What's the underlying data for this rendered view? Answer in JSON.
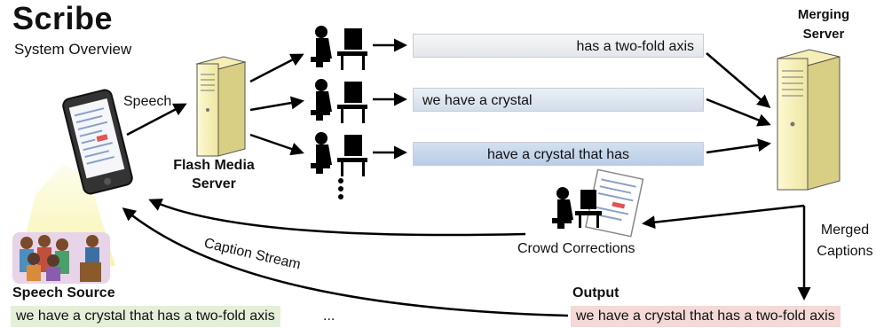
{
  "title": "Scribe",
  "subtitle": "System Overview",
  "labels": {
    "speech": "Speech",
    "flash_media_server": "Flash Media Server",
    "merging_server": "Merging Server",
    "crowd_corrections": "Crowd Corrections",
    "merged_captions": "Merged Captions",
    "caption_stream": "Caption Stream",
    "speech_source": "Speech Source",
    "output": "Output"
  },
  "worker_captions": [
    "has a two-fold axis",
    "we have a crystal",
    "have a crystal that has"
  ],
  "speech_source_text": "we have a crystal that has a two-fold axis",
  "speech_source_ellipsis": "...",
  "output_text": "we have a crystal that has a two-fold axis",
  "icons": [
    "phone-icon",
    "server-icon",
    "worker-icon",
    "speaker-audience-icon",
    "document-icon"
  ],
  "colors": {
    "source_highlight": "#e4efd8",
    "output_highlight": "#f4d9d6",
    "server_fill": "#fbf6c2",
    "phone_glow": "#f7f4a8"
  }
}
